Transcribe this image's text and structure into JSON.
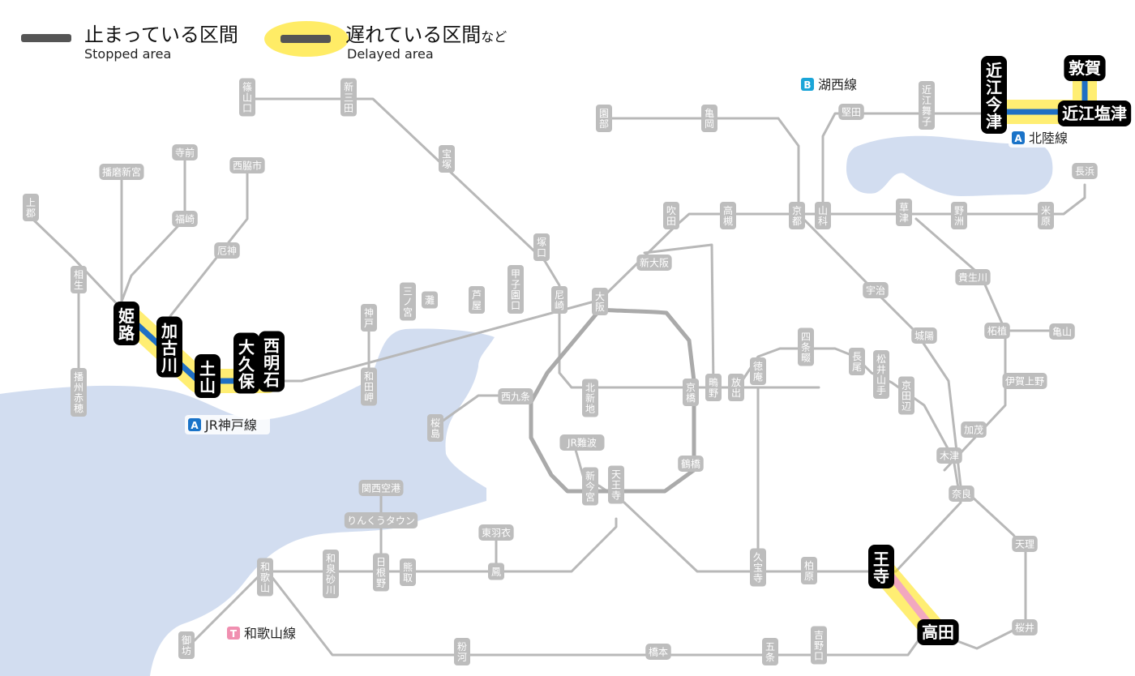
{
  "legend": {
    "stopped_jp": "止まっている区間",
    "stopped_en": "Stopped area",
    "delayed_jp": "遅れている区間",
    "delayed_suffix": "など",
    "delayed_en": "Delayed area"
  },
  "colors": {
    "water": "#d2ddf0",
    "track": "#b8b8b8",
    "loop": "#aaaaaa",
    "station_bg": "#bdbdbd",
    "station_text": "#ffffff",
    "affected_bg": "#000000",
    "affected_text": "#ffffff",
    "line_blue": "#1f6fc4",
    "line_pink": "#f2a8bf",
    "glow": "#ffe000",
    "stopped_gray": "#555555",
    "badge_A": "#1a73c8",
    "badge_B": "#1aa5d8",
    "badge_T": "#f08fb0"
  },
  "line_labels": [
    {
      "id": "kobe",
      "badge": "A",
      "badge_color": "badge_A",
      "text": "JR神戸線"
    },
    {
      "id": "kosei",
      "badge": "B",
      "badge_color": "badge_B",
      "text": "湖西線"
    },
    {
      "id": "hokuriku",
      "badge": "A",
      "badge_color": "badge_A",
      "text": "北陸線"
    },
    {
      "id": "wakayama",
      "badge": "T",
      "badge_color": "badge_T",
      "text": "和歌山線"
    }
  ],
  "stations": [
    {
      "id": "sasayamaguchi",
      "name": "篠山口",
      "affected": false
    },
    {
      "id": "shinsanda",
      "name": "新三田",
      "affected": false
    },
    {
      "id": "takarazuka",
      "name": "宝塚",
      "affected": false
    },
    {
      "id": "tsukaguchi",
      "name": "塚口",
      "affected": false
    },
    {
      "id": "sonobe",
      "name": "園部",
      "affected": false
    },
    {
      "id": "kameoka",
      "name": "亀岡",
      "affected": false
    },
    {
      "id": "katata",
      "name": "堅田",
      "affected": false
    },
    {
      "id": "omimaiko",
      "name": "近江舞子",
      "affected": false
    },
    {
      "id": "omiimazu",
      "name": "近江今津",
      "affected": true
    },
    {
      "id": "tsuruga",
      "name": "敦賀",
      "affected": true
    },
    {
      "id": "omishiotsu",
      "name": "近江塩津",
      "affected": true
    },
    {
      "id": "nagahama",
      "name": "長浜",
      "affected": false
    },
    {
      "id": "maibara",
      "name": "米原",
      "affected": false
    },
    {
      "id": "yasu",
      "name": "野洲",
      "affected": false
    },
    {
      "id": "kusatsu",
      "name": "草津",
      "affected": false
    },
    {
      "id": "yamashina",
      "name": "山科",
      "affected": false
    },
    {
      "id": "kyoto",
      "name": "京都",
      "affected": false
    },
    {
      "id": "takatsuki",
      "name": "高槻",
      "affected": false
    },
    {
      "id": "suita",
      "name": "吹田",
      "affected": false
    },
    {
      "id": "shinosaka",
      "name": "新大阪",
      "affected": false
    },
    {
      "id": "osaka",
      "name": "大阪",
      "affected": false
    },
    {
      "id": "amagasaki",
      "name": "尼崎",
      "affected": false
    },
    {
      "id": "koshienguchi",
      "name": "甲子園口",
      "affected": false
    },
    {
      "id": "ashiya",
      "name": "芦屋",
      "affected": false
    },
    {
      "id": "nada",
      "name": "灘",
      "affected": false
    },
    {
      "id": "sannomiya",
      "name": "三ノ宮",
      "affected": false
    },
    {
      "id": "kobe",
      "name": "神戸",
      "affected": false
    },
    {
      "id": "wadamisaki",
      "name": "和田岬",
      "affected": false
    },
    {
      "id": "nishiakashi",
      "name": "西明石",
      "affected": true
    },
    {
      "id": "ookubo",
      "name": "大久保",
      "affected": true
    },
    {
      "id": "doyama",
      "name": "土山",
      "affected": true
    },
    {
      "id": "kakogawa",
      "name": "加古川",
      "affected": true
    },
    {
      "id": "himeji",
      "name": "姫路",
      "affected": true
    },
    {
      "id": "aioi",
      "name": "相生",
      "affected": false
    },
    {
      "id": "kamigori",
      "name": "上郡",
      "affected": false
    },
    {
      "id": "banshuako",
      "name": "播州赤穂",
      "affected": false
    },
    {
      "id": "harimashingu",
      "name": "播磨新宮",
      "affected": false
    },
    {
      "id": "teramae",
      "name": "寺前",
      "affected": false
    },
    {
      "id": "fukusaki",
      "name": "福崎",
      "affected": false
    },
    {
      "id": "nishiwakishi",
      "name": "西脇市",
      "affected": false
    },
    {
      "id": "yakujin",
      "name": "厄神",
      "affected": false
    },
    {
      "id": "sakurajima",
      "name": "桜島",
      "affected": false
    },
    {
      "id": "nishikujo",
      "name": "西九条",
      "affected": false
    },
    {
      "id": "kitashinchi",
      "name": "北新地",
      "affected": false
    },
    {
      "id": "kyobashi",
      "name": "京橋",
      "affected": false
    },
    {
      "id": "shigino",
      "name": "鴫野",
      "affected": false
    },
    {
      "id": "hanaten",
      "name": "放出",
      "affected": false
    },
    {
      "id": "tsuruhashi",
      "name": "鶴橋",
      "affected": false
    },
    {
      "id": "tennoji",
      "name": "天王寺",
      "affected": false
    },
    {
      "id": "shinimamiya",
      "name": "新今宮",
      "affected": false
    },
    {
      "id": "jrnamba",
      "name": "JR難波",
      "affected": false
    },
    {
      "id": "kansaiairport",
      "name": "関西空港",
      "affected": false
    },
    {
      "id": "rinkutown",
      "name": "りんくうタウン",
      "affected": false
    },
    {
      "id": "higashihagoromo",
      "name": "東羽衣",
      "affected": false
    },
    {
      "id": "otori",
      "name": "鳳",
      "affected": false
    },
    {
      "id": "kumatori",
      "name": "熊取",
      "affected": false
    },
    {
      "id": "hineno",
      "name": "日根野",
      "affected": false
    },
    {
      "id": "izumisunagawa",
      "name": "和泉砂川",
      "affected": false
    },
    {
      "id": "wakayama",
      "name": "和歌山",
      "affected": false
    },
    {
      "id": "gobo",
      "name": "御坊",
      "affected": false
    },
    {
      "id": "kokawa",
      "name": "粉河",
      "affected": false
    },
    {
      "id": "hashimoto",
      "name": "橋本",
      "affected": false
    },
    {
      "id": "gojo",
      "name": "五条",
      "affected": false
    },
    {
      "id": "yoshinoguchi",
      "name": "吉野口",
      "affected": false
    },
    {
      "id": "takada",
      "name": "高田",
      "affected": true
    },
    {
      "id": "oji",
      "name": "王寺",
      "affected": true
    },
    {
      "id": "kashiwara",
      "name": "柏原",
      "affected": false
    },
    {
      "id": "kyuhoji",
      "name": "久宝寺",
      "affected": false
    },
    {
      "id": "tokuan",
      "name": "徳庵",
      "affected": false
    },
    {
      "id": "shijonawate",
      "name": "四条畷",
      "affected": false
    },
    {
      "id": "nagao",
      "name": "長尾",
      "affected": false
    },
    {
      "id": "matsuiyamate",
      "name": "松井山手",
      "affected": false
    },
    {
      "id": "kyotanabe",
      "name": "京田辺",
      "affected": false
    },
    {
      "id": "kizu",
      "name": "木津",
      "affected": false
    },
    {
      "id": "nara",
      "name": "奈良",
      "affected": false
    },
    {
      "id": "tenri",
      "name": "天理",
      "affected": false
    },
    {
      "id": "sakurai",
      "name": "桜井",
      "affected": false
    },
    {
      "id": "kamo",
      "name": "加茂",
      "affected": false
    },
    {
      "id": "igaueno",
      "name": "伊賀上野",
      "affected": false
    },
    {
      "id": "tsuge",
      "name": "柘植",
      "affected": false
    },
    {
      "id": "kameyama",
      "name": "亀山",
      "affected": false
    },
    {
      "id": "kibukawa",
      "name": "貴生川",
      "affected": false
    },
    {
      "id": "uji",
      "name": "宇治",
      "affected": false
    },
    {
      "id": "joyo",
      "name": "城陽",
      "affected": false
    }
  ]
}
